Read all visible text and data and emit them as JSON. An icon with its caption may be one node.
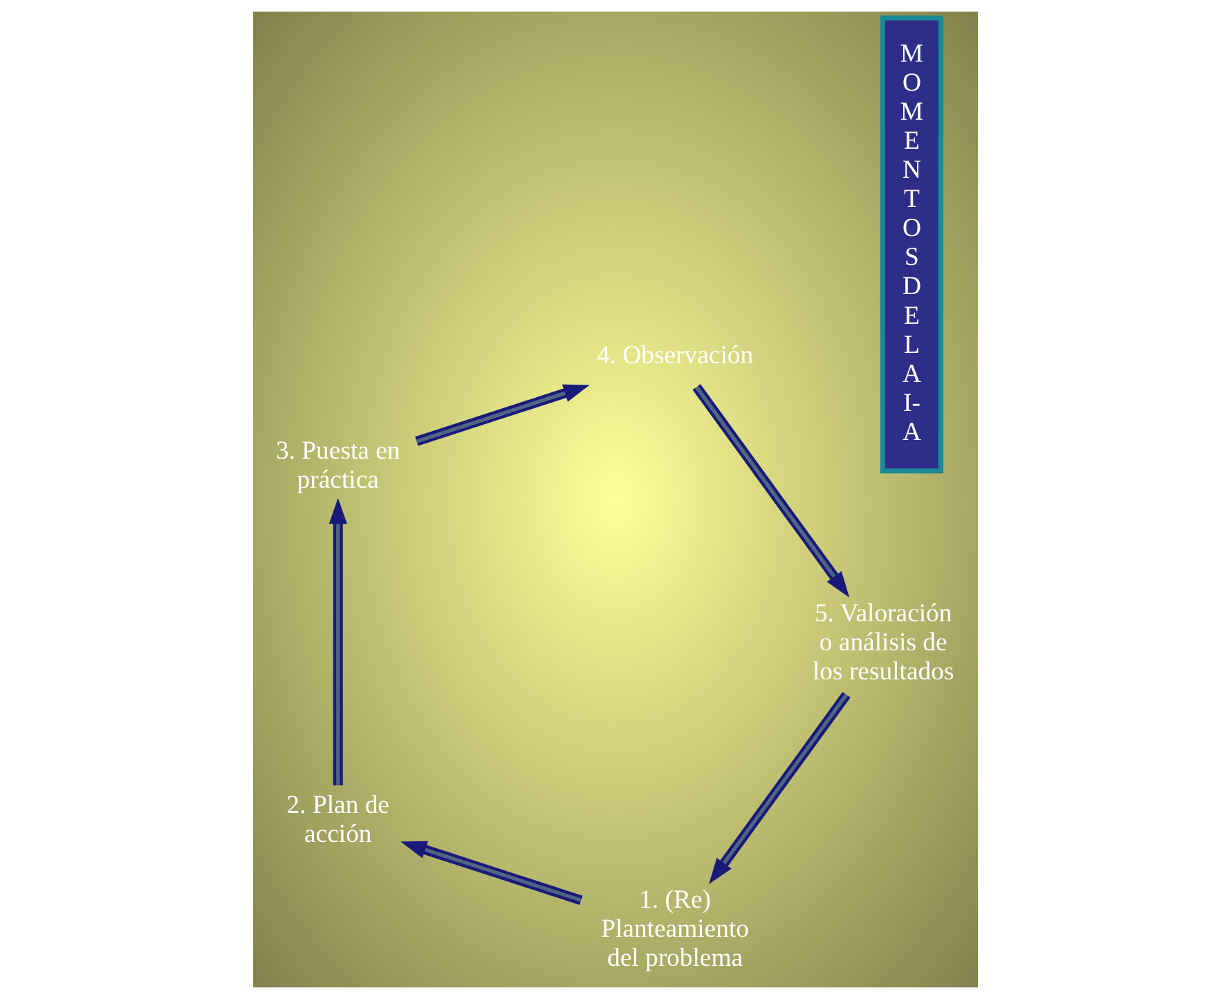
{
  "diagram": {
    "nodes": [
      {
        "text": [
          "1. (Re) Planteamiento del problema"
        ]
      },
      {
        "text": [
          "2. Plan de acción"
        ]
      },
      {
        "text": [
          "3. Puesta en práctica"
        ]
      },
      {
        "text": [
          "4. Observación"
        ]
      },
      {
        "text": [
          "5. Valoración o análisis de los resultados"
        ]
      },
      {
        "text": [
          "M O M E N T O S D E L A I- A"
        ]
      }
    ],
    "edges": [
      {
        "from": 0,
        "to": 1,
        "arrow": "to"
      },
      {
        "from": 1,
        "to": 2,
        "arrow": "to"
      },
      {
        "from": 2,
        "to": 3,
        "arrow": "to"
      },
      {
        "from": 3,
        "to": 4,
        "arrow": "to"
      },
      {
        "from": 4,
        "to": 0,
        "arrow": "to"
      }
    ]
  }
}
